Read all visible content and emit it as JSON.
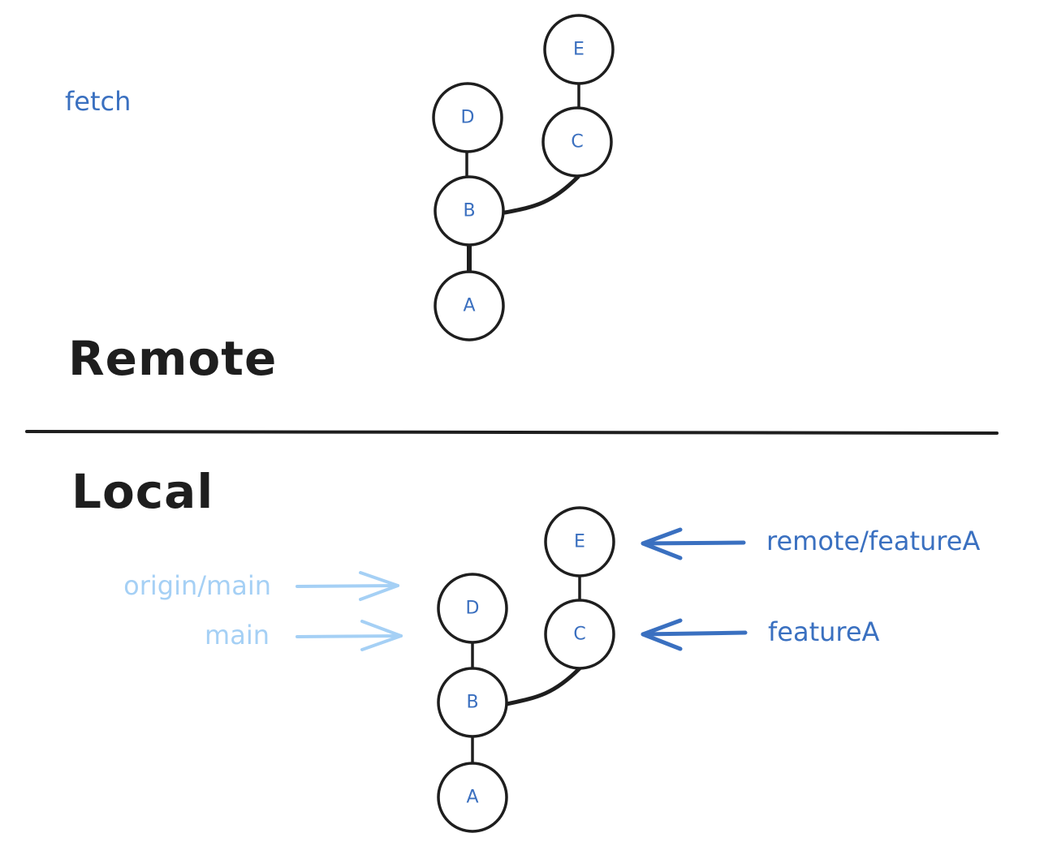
{
  "annotation": "fetch",
  "sections": {
    "remote": {
      "title": "Remote"
    },
    "local": {
      "title": "Local"
    }
  },
  "colors": {
    "ink": "#1e1e1e",
    "commit_label": "#3a6fbf",
    "branch_active": "#3a70c0",
    "branch_inactive": "#a5d0f5"
  },
  "remote_graph": {
    "commits": [
      "A",
      "B",
      "C",
      "D",
      "E"
    ],
    "edges": [
      [
        "A",
        "B"
      ],
      [
        "B",
        "D"
      ],
      [
        "B",
        "C"
      ],
      [
        "C",
        "E"
      ]
    ]
  },
  "local_graph": {
    "commits": [
      "A",
      "B",
      "C",
      "D",
      "E"
    ],
    "edges": [
      [
        "A",
        "B"
      ],
      [
        "B",
        "D"
      ],
      [
        "B",
        "C"
      ],
      [
        "C",
        "E"
      ]
    ],
    "refs": [
      {
        "name": "origin/main",
        "target": "D",
        "style": "inactive"
      },
      {
        "name": "main",
        "target": "D",
        "style": "inactive"
      },
      {
        "name": "remote/featureA",
        "target": "E",
        "style": "active"
      },
      {
        "name": "featureA",
        "target": "C",
        "style": "active"
      }
    ]
  }
}
